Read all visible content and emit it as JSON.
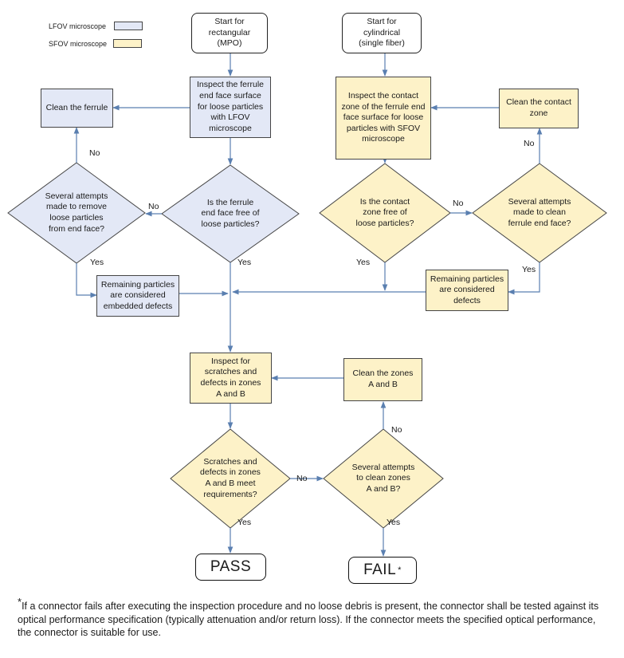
{
  "legend": {
    "lfov_label": "LFOV microscope",
    "sfov_label": "SFOV microscope",
    "lfov_color": "#e3e8f6",
    "sfov_color": "#fdf2c8"
  },
  "nodes": {
    "start_rect": "Start for\nrectangular\n(MPO)",
    "start_cyl": "Start for\ncylindrical\n(single fiber)",
    "inspect_lfov": "Inspect the ferrule\nend face surface\nfor loose particles\nwith LFOV\nmicroscope",
    "inspect_sfov": "Inspect the contact\nzone of the ferrule end\nface surface for loose\nparticles with SFOV\nmicroscope",
    "clean_ferrule": "Clean the ferrule",
    "clean_contact": "Clean the contact\nzone",
    "attempts_remove": "Several attempts\nmade to remove\nloose particles\nfrom end face?",
    "ferrule_free": "Is the ferrule\nend face free of\nloose particles?",
    "contact_free": "Is the contact\nzone free of\nloose particles?",
    "attempts_clean_ferrule": "Several attempts\nmade to clean\nferrule end face?",
    "embedded_defects": "Remaining particles\nare considered\nembedded defects",
    "remaining_defects": "Remaining particles\nare considered\ndefects",
    "inspect_scratches": "Inspect for\nscratches and\ndefects in zones\nA and B",
    "clean_zones": "Clean the zones\nA and B",
    "scratches_meet": "Scratches and\ndefects in zones\nA and B meet\nrequirements?",
    "attempts_clean_zones": "Several attempts\nto clean zones\nA and B?",
    "pass": "PASS",
    "fail": "FAIL",
    "fail_mark": "*"
  },
  "edge_labels": {
    "yes": "Yes",
    "no": "No"
  },
  "footnote": {
    "mark": "*",
    "text": "If a connector fails after executing the inspection procedure and no loose debris is present, the connector shall be tested against its optical performance specification (typically attenuation and/or return loss). If the connector meets the specified optical performance, the connector is suitable for use."
  }
}
